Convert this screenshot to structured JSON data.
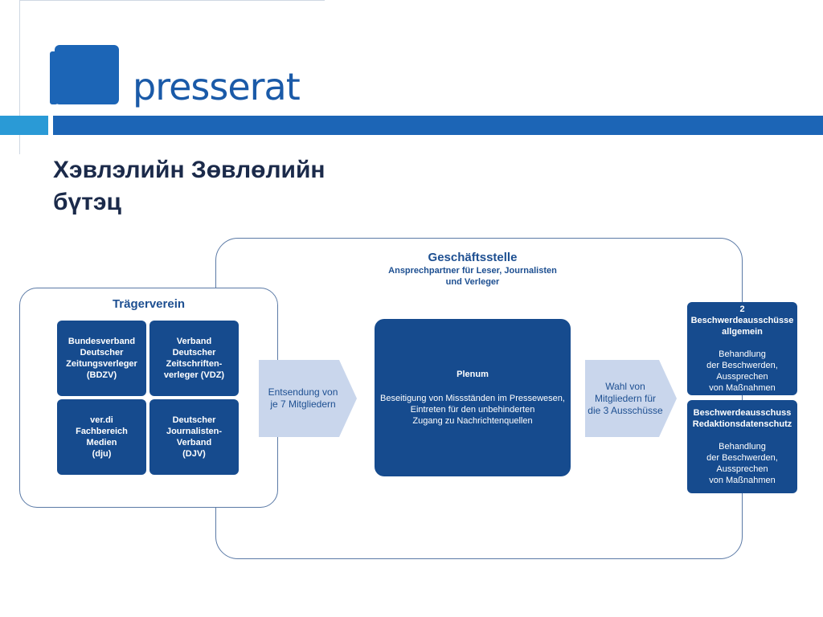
{
  "header": {
    "logo_text": "presserat",
    "title_line1": "Хэвлэлийн Зөвлөлийн",
    "title_line2": "бүтэц"
  },
  "colors": {
    "brand_dark": "#164b8e",
    "brand_band": "#1c65b6",
    "brand_light": "#2a9ad6",
    "arrow_fill": "#c9d6ec",
    "frame_border": "#5b7aa6",
    "heading_text": "#1d4f91"
  },
  "geschaeftsstelle": {
    "title": "Geschäftsstelle",
    "subtitle_line1": "Ansprechpartner für Leser, Journalisten",
    "subtitle_line2": "und Verleger"
  },
  "traegerverein": {
    "title": "Trägerverein",
    "members": [
      {
        "lines": [
          "Bundesverband",
          "Deutscher",
          "Zeitungsverleger",
          "(BDZV)"
        ]
      },
      {
        "lines": [
          "Verband",
          "Deutscher",
          "Zeitschriften-",
          "verleger (VDZ)"
        ]
      },
      {
        "lines": [
          "ver.di",
          "Fachbereich",
          "Medien",
          "(dju)"
        ]
      },
      {
        "lines": [
          "Deutscher",
          "Journalisten-",
          "Verband",
          "(DJV)"
        ]
      }
    ]
  },
  "arrows": {
    "entsendung_line1": "Entsendung von",
    "entsendung_line2": "je 7 Mitgliedern",
    "wahl_line1": "Wahl von",
    "wahl_line2": "Mitgliedern für",
    "wahl_line3": "die 3 Ausschüsse"
  },
  "plenum": {
    "title": "Plenum",
    "text_line1": "Beseitigung von Missständen im Pressewesen,",
    "text_line2": "Eintreten für den unbehinderten",
    "text_line3": "Zugang zu Nachrichtenquellen"
  },
  "committees": [
    {
      "title_lines": [
        "2 Beschwerdeausschüsse",
        "allgemein"
      ],
      "text_lines": [
        "Behandlung",
        "der Beschwerden,",
        "Aussprechen",
        "von Maßnahmen"
      ]
    },
    {
      "title_lines": [
        "Beschwerdeausschuss",
        "Redaktionsdatenschutz"
      ],
      "text_lines": [
        "Behandlung",
        "der Beschwerden,",
        "Aussprechen",
        "von Maßnahmen"
      ]
    }
  ]
}
